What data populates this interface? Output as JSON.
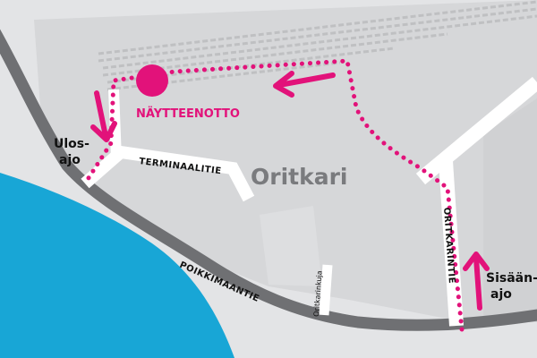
{
  "map": {
    "area_name": "Oritkari",
    "sampling_point_label": "NÄYTTEENOTTO",
    "entry_label": [
      "Sisään-",
      "ajo"
    ],
    "exit_label": [
      "Ulos-",
      "ajo"
    ],
    "streets": {
      "terminaalitie": "TERMINAALITIE",
      "oritkarintie": "ORITKARINTIE",
      "poikkimaantie": "POIKKIMAANTIE",
      "oritkarinkuja": "Oritkarinkuja"
    }
  },
  "colors": {
    "route": "#e2127a",
    "water": "#18a6d6",
    "land": "#e3e4e6",
    "area": "#d6d7d9",
    "main_road": "#6f7073",
    "street": "#ffffff",
    "rail": "#bfc0c2",
    "area_label": "#7a7b7e",
    "text": "#111111"
  },
  "icons": [
    "sampling-point-marker",
    "route-arrow-left",
    "route-arrow-down",
    "route-arrow-up"
  ]
}
